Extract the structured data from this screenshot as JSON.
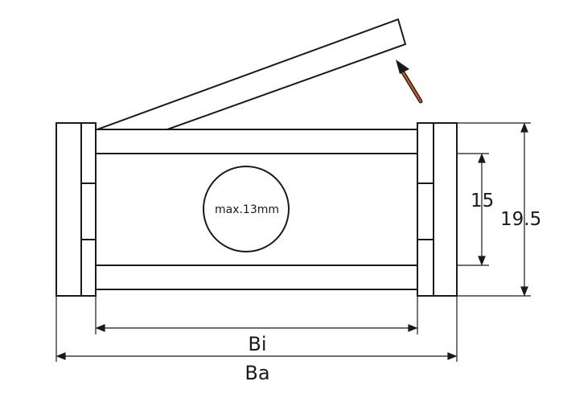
{
  "diagram": {
    "circle_label": "max.13mm",
    "inner_height_label": "15",
    "outer_height_label": "19.5",
    "inner_width_label": "Bi",
    "outer_width_label": "Ba"
  },
  "colors": {
    "line": "#1a1a1a",
    "arrow_accent": "#c0581c",
    "background": "#ffffff"
  }
}
